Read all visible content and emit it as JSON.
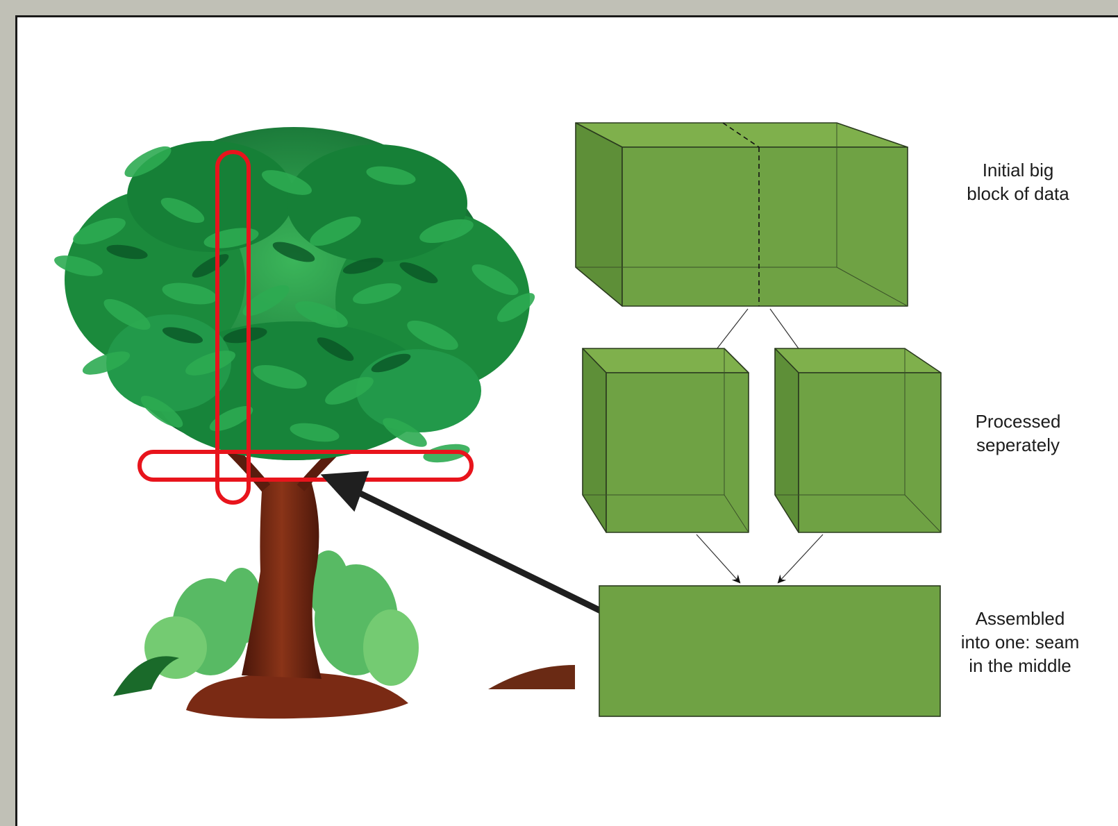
{
  "labels": {
    "initial": [
      "Initial big",
      "block of data"
    ],
    "processed": [
      "Processed",
      "seperately"
    ],
    "assembled": [
      "Assembled",
      "into one: seam",
      "in the middle"
    ]
  },
  "colors": {
    "block_fill": "#6fa244",
    "block_stroke": "#2a3a1e",
    "highlight": "#e8141c",
    "pointer_arrow": "#1f1f1f",
    "leaf_dark": "#0f6d32",
    "leaf_light": "#2ba04a",
    "trunk": "#6a2412",
    "soil": "#7a2a14",
    "page_bg": "#c0c0b6"
  },
  "icons": {
    "tree": "volume-rendered-tree",
    "highlight": "red-rounded-rectangles",
    "arrow": "black-arrow"
  }
}
